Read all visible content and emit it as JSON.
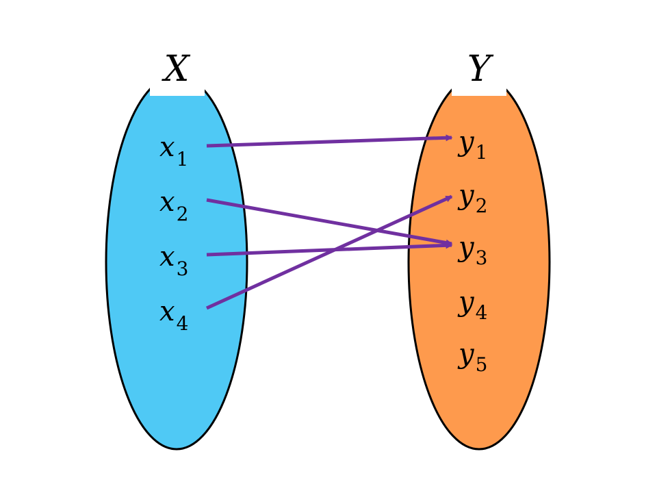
{
  "colors": {
    "domain_fill": "#4fc9f5",
    "codomain_fill": "#fe9a4d",
    "outline": "#000000",
    "arrow": "#7030a0",
    "label_background": "#ffffff"
  },
  "sets": {
    "domain": {
      "name": "X",
      "elements": [
        {
          "base": "x",
          "sub": "1"
        },
        {
          "base": "x",
          "sub": "2"
        },
        {
          "base": "x",
          "sub": "3"
        },
        {
          "base": "x",
          "sub": "4"
        }
      ]
    },
    "codomain": {
      "name": "Y",
      "elements": [
        {
          "base": "y",
          "sub": "1"
        },
        {
          "base": "y",
          "sub": "2"
        },
        {
          "base": "y",
          "sub": "3"
        },
        {
          "base": "y",
          "sub": "4"
        },
        {
          "base": "y",
          "sub": "5"
        }
      ]
    }
  },
  "mapping": [
    {
      "from": "x1",
      "to": "y1"
    },
    {
      "from": "x2",
      "to": "y3"
    },
    {
      "from": "x3",
      "to": "y3"
    },
    {
      "from": "x4",
      "to": "y2"
    }
  ]
}
